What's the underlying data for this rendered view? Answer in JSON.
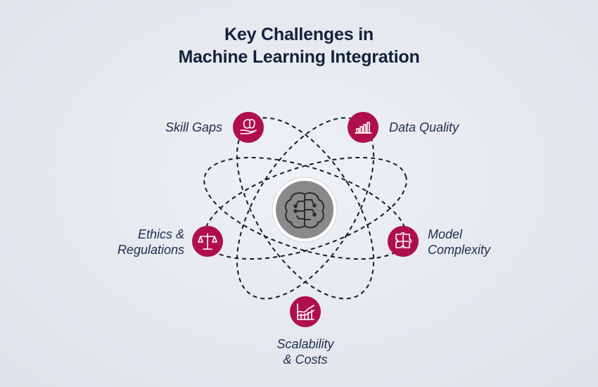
{
  "title": {
    "line1": "Key Challenges in",
    "line2": "Machine Learning Integration"
  },
  "center": {
    "icon": "brain-circuit-icon"
  },
  "challenges": [
    {
      "id": "skill-gaps",
      "lines": [
        "Skill Gaps"
      ],
      "icon": "hand-brain-icon"
    },
    {
      "id": "data-quality",
      "lines": [
        "Data Quality"
      ],
      "icon": "bar-chart-icon"
    },
    {
      "id": "ethics-regulations",
      "lines": [
        "Ethics &",
        "Regulations"
      ],
      "icon": "scales-icon"
    },
    {
      "id": "model-complexity",
      "lines": [
        "Model",
        "Complexity"
      ],
      "icon": "puzzle-icon"
    },
    {
      "id": "scalability-costs",
      "lines": [
        "Scalability",
        "& Costs"
      ],
      "icon": "area-chart-icon"
    }
  ],
  "colors": {
    "accent": "#b0104a",
    "title": "#14213d",
    "label": "#1f2d4d",
    "orbit": "#1a1a1a",
    "center_fill": "#8a8a8a",
    "center_ring": "#ffffff"
  }
}
